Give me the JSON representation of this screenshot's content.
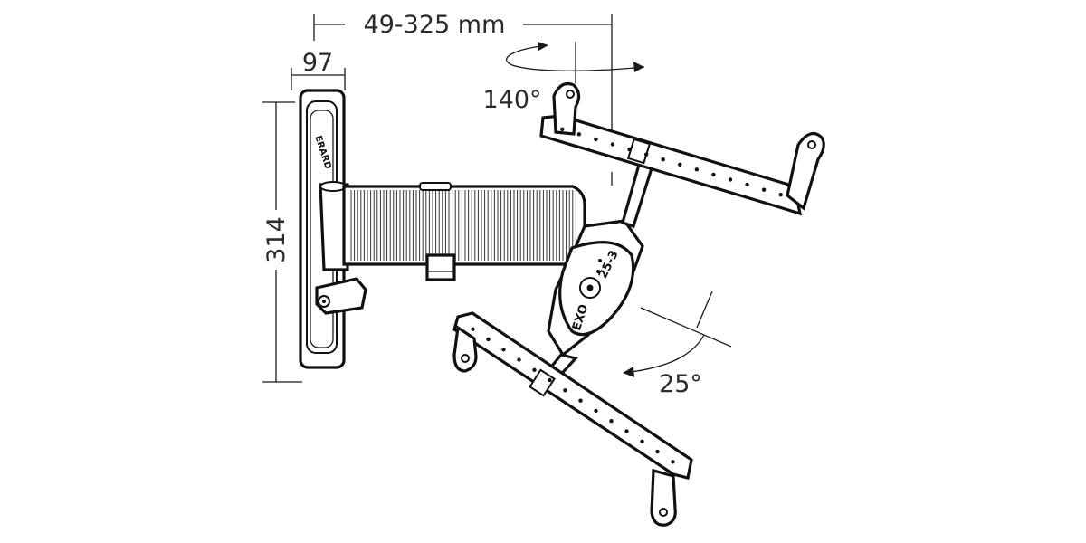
{
  "dimensions": {
    "width_range": "49-325 mm",
    "plate_depth": "97",
    "plate_height": "314"
  },
  "angles": {
    "swivel": "140°",
    "tilt": "25°"
  },
  "product": {
    "brand": "ERARD",
    "model_line": "EXO",
    "model_code": "25-3"
  }
}
